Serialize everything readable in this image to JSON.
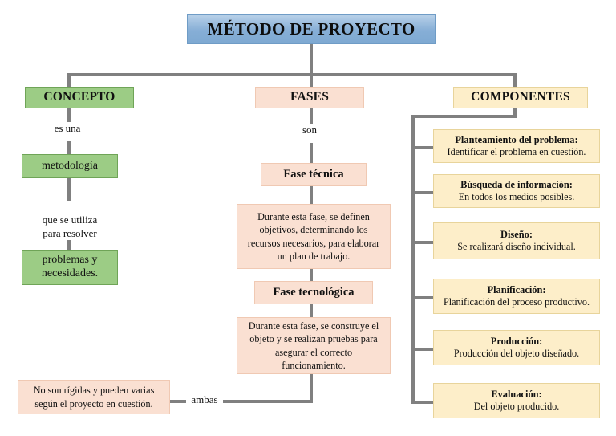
{
  "diagram": {
    "title": "MÉTODO DE PROYECTO",
    "branches": {
      "concepto": {
        "heading": "CONCEPTO",
        "link1": "es una",
        "node1": "metodología",
        "link2": "que se utiliza\npara resolver",
        "node2": "problemas y\nnecesidades."
      },
      "fases": {
        "heading": "FASES",
        "link1": "son",
        "phase1_title": "Fase técnica",
        "phase1_desc": "Durante esta fase, se definen objetivos, determinando los recursos necesarios, para elaborar un plan de trabajo.",
        "phase2_title": "Fase tecnológica",
        "phase2_desc": "Durante esta fase, se construye el objeto y se realizan pruebas para asegurar el correcto funcionamiento.",
        "both_label": "ambas",
        "both_note": "No son rígidas y pueden varias según el proyecto en cuestión."
      },
      "componentes": {
        "heading": "COMPONENTES",
        "items": [
          {
            "title": "Planteamiento del problema:",
            "desc": "Identificar el problema en cuestión."
          },
          {
            "title": "Búsqueda de información:",
            "desc": "En todos los medios posibles."
          },
          {
            "title": "Diseño:",
            "desc": "Se realizará diseño individual."
          },
          {
            "title": "Planificación:",
            "desc": "Planificación del proceso productivo."
          },
          {
            "title": "Producción:",
            "desc": "Producción del objeto diseñado."
          },
          {
            "title": "Evaluación:",
            "desc": "Del objeto producido."
          }
        ]
      }
    },
    "colors": {
      "title_fill": "#86aed6",
      "concepto_fill": "#9ccc85",
      "fases_fill": "#fae0d2",
      "componentes_fill": "#fdeec9",
      "connector": "#808080",
      "background": "#ffffff"
    }
  }
}
